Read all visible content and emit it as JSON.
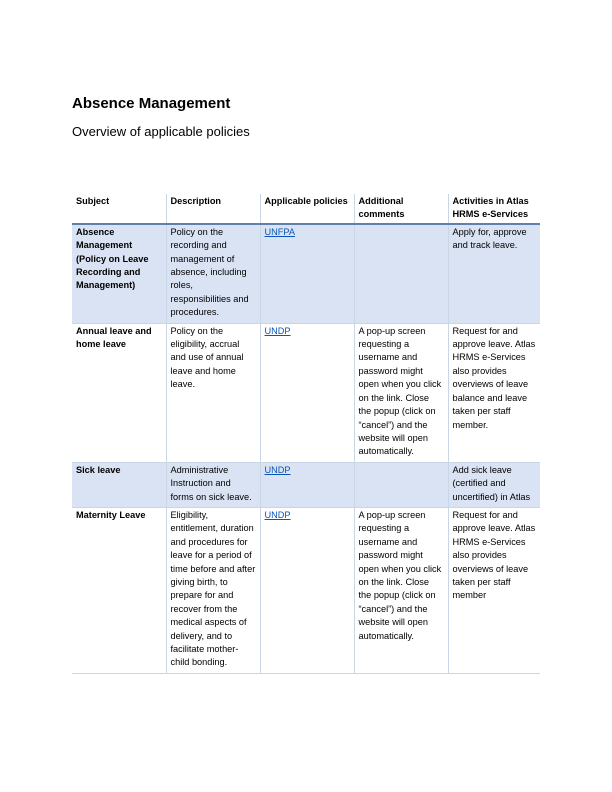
{
  "document": {
    "title": "Absence Management",
    "subtitle": "Overview of applicable policies"
  },
  "table": {
    "headers": [
      "Subject",
      "Description",
      "Applicable policies",
      "Additional comments",
      "Activities in Atlas HRMS e-Services"
    ],
    "rows": [
      {
        "subject": "Absence Management (Policy on Leave Recording and Management)",
        "description": "Policy on the recording and management of absence, including roles, responsibilities and procedures.",
        "policy": "UNFPA",
        "comments": "",
        "activities": "Apply for, approve and track leave."
      },
      {
        "subject": "Annual leave and home leave",
        "description": "Policy on the eligibility, accrual and use of annual leave and home leave.",
        "policy": "UNDP",
        "comments": "A pop-up screen requesting a username and password might open when you click on the link. Close the popup (click on “cancel”) and the website will open automatically.",
        "activities": "Request for and approve leave. Atlas HRMS e-Services also provides overviews of leave balance and leave taken per staff member."
      },
      {
        "subject": "Sick leave",
        "description": "Administrative Instruction and forms on sick leave.",
        "policy": "UNDP",
        "comments": "",
        "activities": "Add sick leave (certified and uncertified) in Atlas"
      },
      {
        "subject": "Maternity Leave",
        "description": "Eligibility, entitlement, duration and procedures for leave for a period of time before and after giving birth, to prepare for and recover from the medical aspects of delivery, and to facilitate mother-child bonding.",
        "policy": "UNDP",
        "comments": "A pop-up screen requesting a username and password might open when you click on the link. Close the popup (click on “cancel”) and the website will open automatically.",
        "activities": "Request for and approve leave. Atlas HRMS e-Services also provides overviews of leave taken per staff member"
      }
    ]
  }
}
